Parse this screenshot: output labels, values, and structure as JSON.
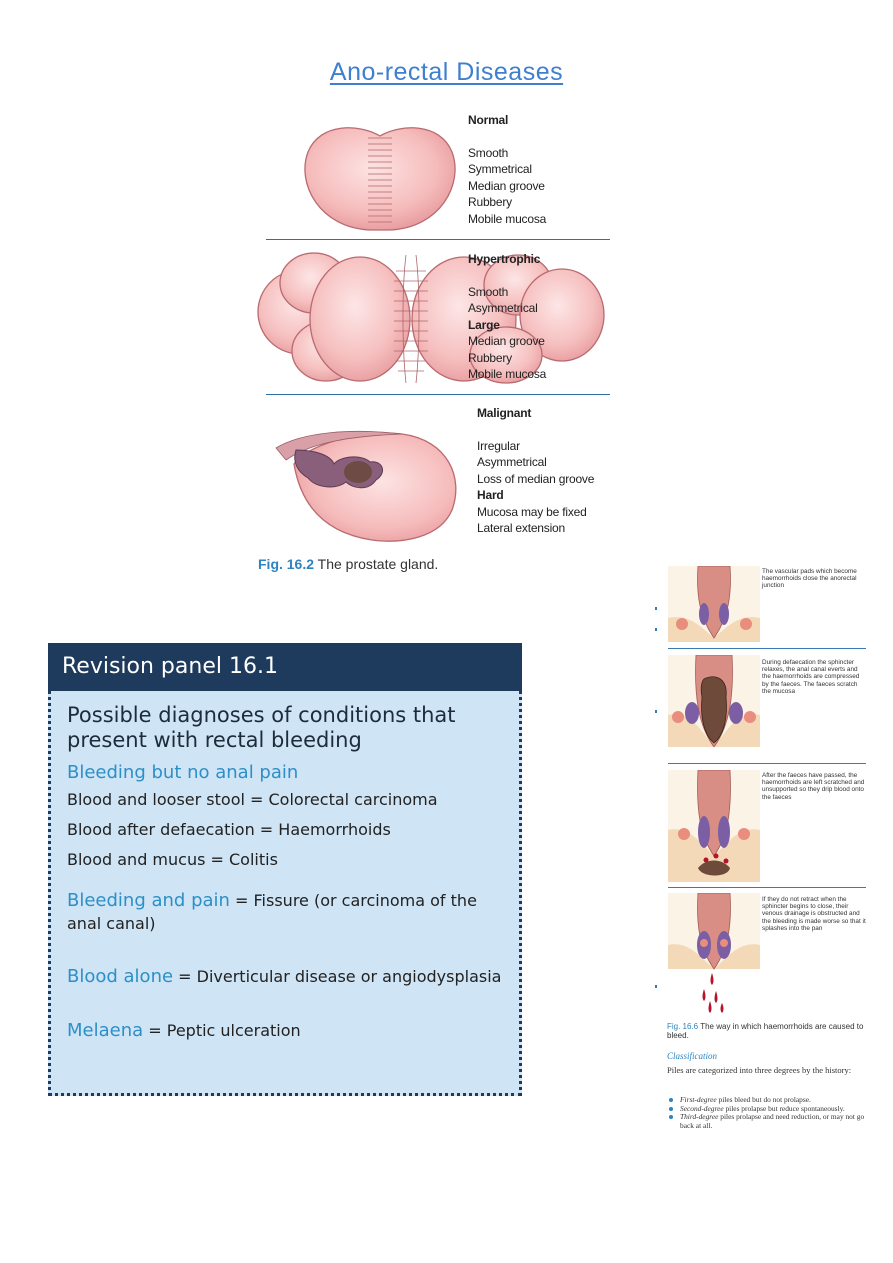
{
  "page_title": "Ano-rectal Diseases",
  "prostate_figure": {
    "normal": {
      "heading": "Normal",
      "lines": [
        "Smooth",
        "Symmetrical",
        "Median groove",
        "Rubbery",
        "Mobile mucosa"
      ]
    },
    "hypertrophic": {
      "heading": "Hypertrophic",
      "lines": [
        "Smooth",
        "Asymmetrical",
        "Large",
        "Median groove",
        "Rubbery",
        "Mobile mucosa"
      ]
    },
    "malignant": {
      "heading": "Malignant",
      "lines": [
        "Irregular",
        "Asymmetrical",
        "Loss of median groove",
        "Hard",
        "Mucosa may be fixed",
        "Lateral extension"
      ]
    },
    "caption_label": "Fig. 16.2",
    "caption_text": "The prostate gland."
  },
  "revision_panel": {
    "title": "Revision panel 16.1",
    "heading": "Possible diagnoses of conditions that present with rectal bleeding",
    "sub1": "Bleeding but no anal pain",
    "row1": "Blood and looser stool = Colorectal carcinoma",
    "row2": "Blood after defaecation = Haemorrhoids",
    "row3": "Blood and mucus = Colitis",
    "item2_label": "Bleeding and pain",
    "item2_text": " = Fissure (or carcinoma of the anal canal)",
    "item3_label": "Blood alone",
    "item3_text": " = Diverticular disease or angiodysplasia",
    "item4_label": "Melaena",
    "item4_text": " = Peptic ulceration"
  },
  "haemorrhoid_figure": {
    "panel1": "The vascular pads which become haemorrhoids close the anorectal junction",
    "panel2": "During defaecation the sphincter relaxes, the anal canal everts and the haemorrhoids are compressed by the faeces. The faeces scratch the mucosa",
    "panel3": "After the faeces have passed, the haemorrhoids are left scratched and unsupported so they drip blood onto the faeces",
    "panel4": "If they do not retract when the sphincter begins to close, their venous drainage is obstructed and the bleeding is made worse so that it splashes into the pan",
    "caption_label": "Fig. 16.6",
    "caption_text": " The way in which haemorrhoids are caused to bleed.",
    "classification_heading": "Classification",
    "classification_text": "Piles are categorized into three degrees by the history:",
    "degree1_term": "First-degree",
    "degree1_text": " piles bleed but do not prolapse.",
    "degree2_term": "Second-degree",
    "degree2_text": " piles prolapse but reduce spontaneously.",
    "degree3_term": "Third-degree",
    "degree3_text": " piles prolapse and need reduction, or may not go back at all."
  }
}
